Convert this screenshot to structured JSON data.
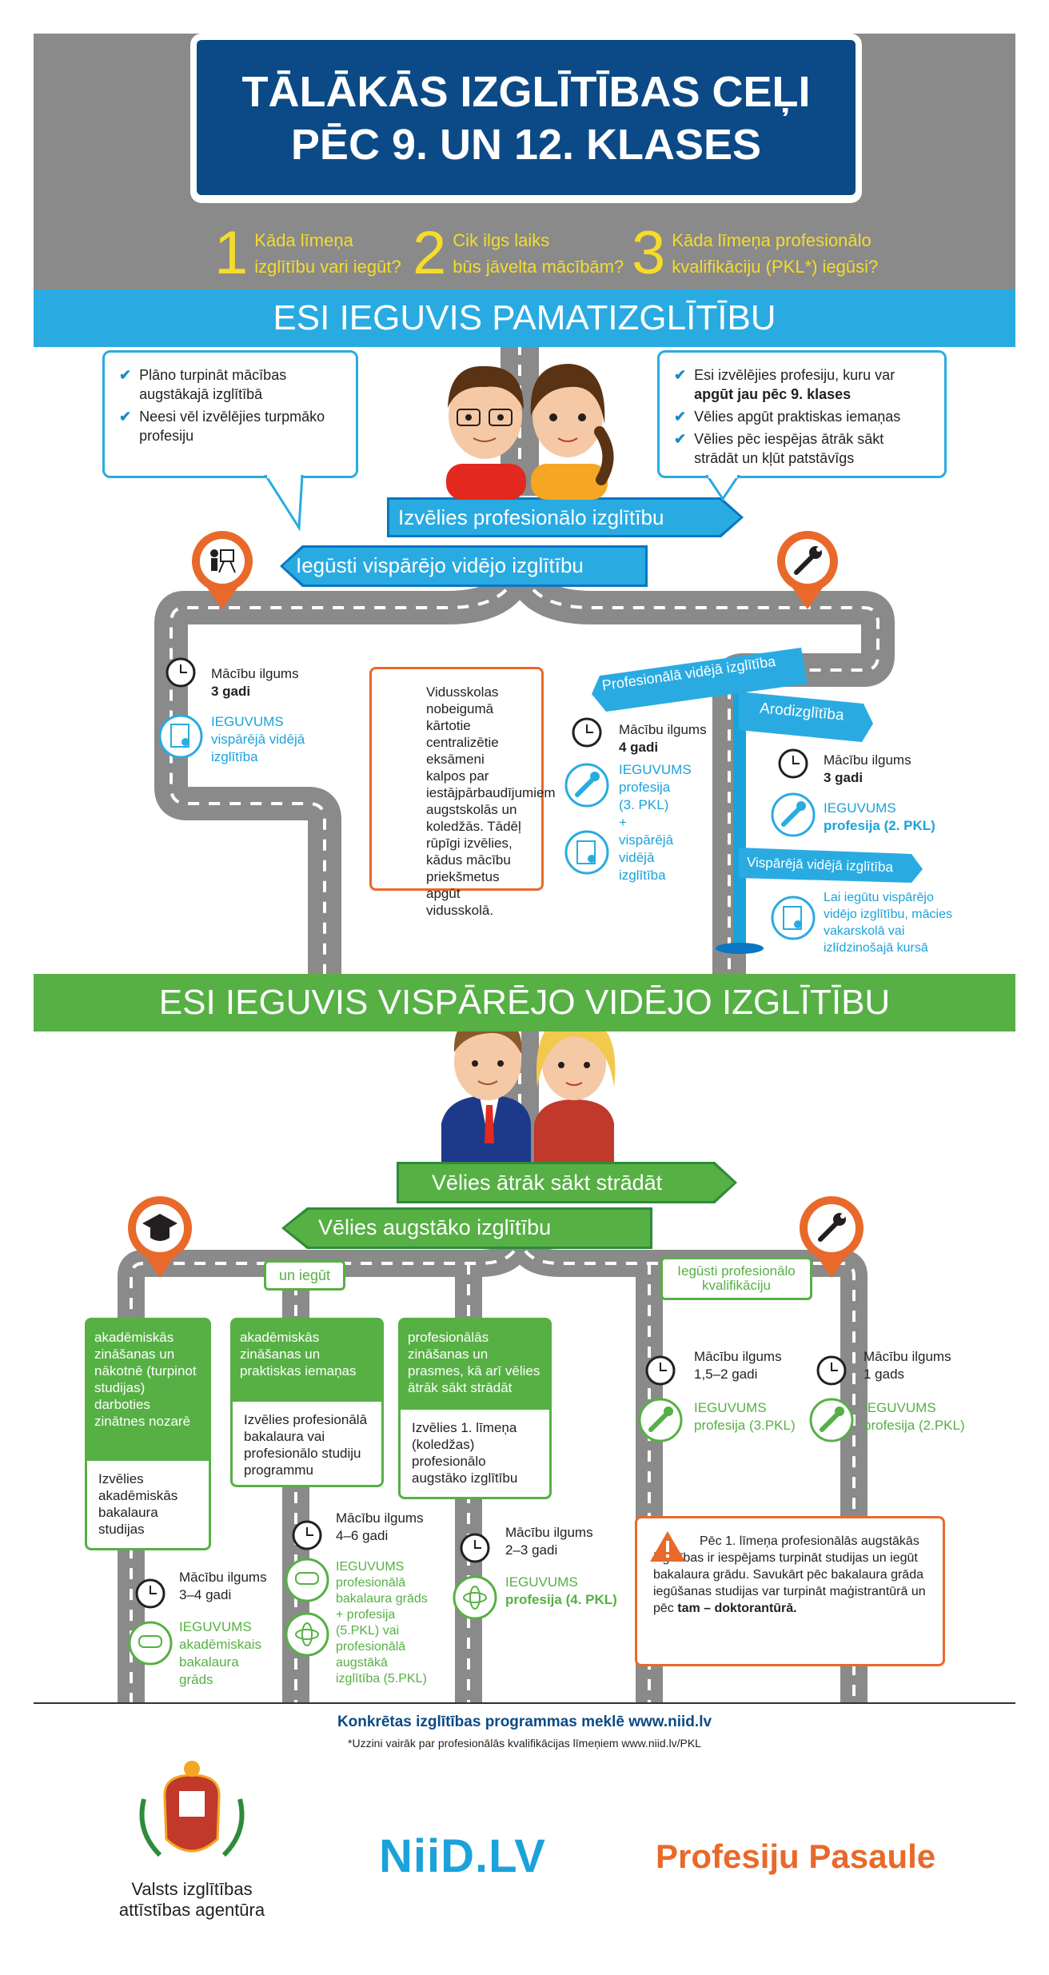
{
  "header": {
    "title_line1": "TĀLĀKĀS IZGLĪTĪBAS CEĻI",
    "title_line2": "PĒC 9. UN 12. KLASES"
  },
  "questions": [
    {
      "num": "1",
      "line1": "Kāda līmeņa",
      "line2": "izglītību vari iegūt?"
    },
    {
      "num": "2",
      "line1": "Cik ilgs laiks",
      "line2": "būs jāvelta mācībām?"
    },
    {
      "num": "3",
      "line1": "Kāda līmeņa profesionālo",
      "line2": "kvalifikāciju (PKL*) iegūsi?"
    }
  ],
  "section1": {
    "band": "ESI IEGUVIS PAMATIZGLĪTĪBU",
    "bubble_left": [
      "Plāno turpināt mācības augstākajā izglītībā",
      "Neesi vēl izvēlējies turpmāko profesiju"
    ],
    "bubble_right_1a": "Esi izvēlējies profesiju, kuru var",
    "bubble_right_1b": "apgūt jau pēc 9. klases",
    "bubble_right_2": "Vēlies apgūt praktiskas iemaņas",
    "bubble_right_3": "Vēlies pēc iespējas ātrāk sākt strādāt un kļūt patstāvīgs",
    "sign_right": "Izvēlies profesionālo izglītību",
    "sign_left": "Iegūsti vispārējo vidējo izglītību",
    "left_duration_label": "Mācību ilgums",
    "left_duration_value": "3 gadi",
    "left_result": "IEGUVUMS vispārējā vidējā izglītība",
    "warning": "Vidusskolas nobeigumā kārtotie centralizētie eksāmeni kalpos par iestājpārbaudījumiem augstskolās un koledžās. Tādēļ rūpīgi izvēlies, kādus mācību priekšmetus apgūt vidusskolā.",
    "post_sign_1": "Profesionālā vidējā izglītība",
    "post_sign_2": "Arodizglītība",
    "post_sign_3": "Vispārējā vidējā izglītība",
    "mid_duration_label": "Mācību ilgums",
    "mid_duration_value": "4 gadi",
    "mid_result_1": "IEGUVUMS",
    "mid_result_2": "profesija",
    "mid_result_3": "(3. PKL)",
    "mid_result_plus": "+",
    "mid_result_4": "vispārējā vidējā izglītība",
    "right_duration_label": "Mācību ilgums",
    "right_duration_value": "3 gadi",
    "right_result_1": "IEGUVUMS",
    "right_result_2": "profesija (2. PKL)",
    "right_note": "Lai iegūtu vispārējo vidējo izglītību, mācies vakarskolā vai izlīdzinošajā kursā"
  },
  "section2": {
    "band": "ESI IEGUVIS VISPĀRĒJO VIDĒJO IZGLĪTĪBU",
    "sign_right": "Vēlies ātrāk sākt strādāt",
    "sign_left": "Vēlies augstāko izglītību",
    "tag_left": "un iegūt",
    "tag_right": "Iegūsti profesionālo kvalifikāciju",
    "box1_top": "akadēmiskās zināšanas un nākotnē (turpinot studijas) darboties zinātnes nozarē",
    "box1_bot": "Izvēlies akadēmiskās bakalaura studijas",
    "box2_top": "akadēmiskās zināšanas un praktiskas iemaņas",
    "box2_bot": "Izvēlies profesionālā bakalaura vai profesionālo studiju programmu",
    "box3_top": "profesionālās zināšanas un prasmes, kā arī vēlies ātrāk sākt strādāt",
    "box3_bot": "Izvēlies 1. līmeņa (koledžas) profesionālo augstāko izglītību",
    "d1_label": "Mācību ilgums",
    "d1_value": "3–4 gadi",
    "r1": "IEGUVUMS akadēmiskais bakalaura grāds",
    "d2_label": "Mācību ilgums",
    "d2_value": "4–6 gadi",
    "r2": "IEGUVUMS profesionālā bakalaura grāds + profesija (5.PKL) vai profesionālā augstākā izglītība (5.PKL)",
    "d3_label": "Mācību ilgums",
    "d3_value": "2–3 gadi",
    "r3a": "IEGUVUMS",
    "r3b": "profesija (4. PKL)",
    "d4_label": "Mācību ilgums",
    "d4_value": "1,5–2 gadi",
    "r4": "IEGUVUMS profesija (3.PKL)",
    "d5_label": "Mācību ilgums",
    "d5_value": "1 gads",
    "r5": "IEGUVUMS profesija (2.PKL)",
    "warning_main": "Pēc 1. līmeņa profesionālās augstākās izglītības ir iespējams turpināt studijas un iegūt bakalaura grādu. Savukārt pēc bakalaura grāda iegūšanas studijas var turpināt maģistrantūrā un pēc",
    "warning_bold": "tam – doktorantūrā."
  },
  "footer": {
    "line1": "Konkrētas izglītības programmas meklē www.niid.lv",
    "line2": "*Uzzini vairāk par profesionālās kvalifikācijas līmeņiem www.niid.lv/PKL",
    "agency_line1": "Valsts izglītības",
    "agency_line2": "attīstības agentūra",
    "logo_niid": "NiiD.LV",
    "logo_pp": "Profesiju Pasaule"
  },
  "colors": {
    "navy": "#0b4a86",
    "sky": "#29abe2",
    "green": "#56b044",
    "orange": "#e8692a",
    "yellow": "#f5dc2a",
    "road": "#8a8a8a"
  }
}
